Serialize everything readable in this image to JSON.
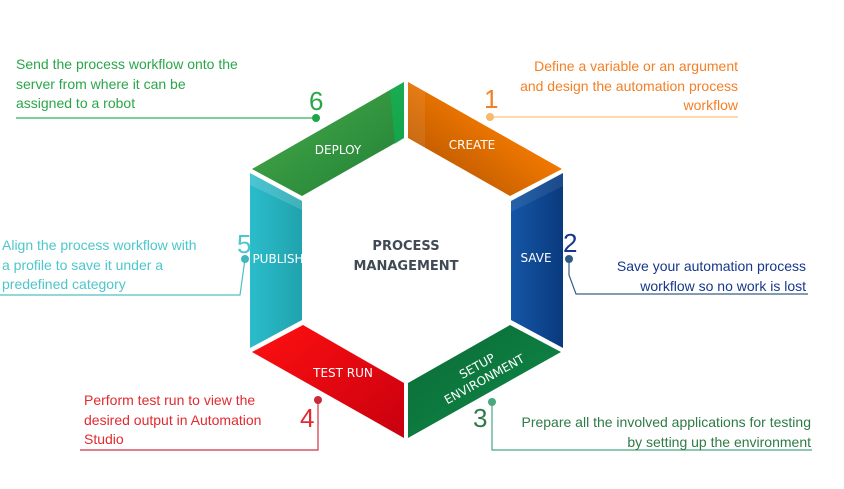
{
  "center": {
    "line1": "PROCESS",
    "line2": "MANAGEMENT"
  },
  "steps": [
    {
      "number": "1",
      "label": "CREATE",
      "color": "#f57c00",
      "text_color": "#f47f25",
      "line_color": "#f9c27e",
      "description": [
        "Define a variable or an argument",
        "and design the automation process",
        "workflow"
      ]
    },
    {
      "number": "2",
      "label": "SAVE",
      "color": "#0d4a94",
      "text_color": "#16378c",
      "line_color": "#3b5f86",
      "description": [
        "Save your automation process",
        "workflow so no work is lost"
      ]
    },
    {
      "number": "3",
      "label_line1": "SETUP",
      "label_line2": "ENVIRONMENT",
      "color": "#0a7a3a",
      "text_color": "#2f7a46",
      "line_color": "#4aa880",
      "description": [
        "Prepare all the involved applications for testing",
        "by setting up the environment"
      ]
    },
    {
      "number": "4",
      "label": "TEST RUN",
      "color": "#e60012",
      "text_color": "#e22a2f",
      "line_color": "#d0333f",
      "description": [
        "Perform test run to view the",
        "desired output in Automation",
        "Studio"
      ]
    },
    {
      "number": "5",
      "label": "PUBLISH",
      "color": "#23aebf",
      "text_color": "#4dc7cb",
      "line_color": "#4dc0c4",
      "description": [
        "Align the process workflow with",
        "a profile to save it under a",
        "predefined category"
      ]
    },
    {
      "number": "6",
      "label": "DEPLOY",
      "color": "#2f9b44",
      "text_color": "#2aa64a",
      "line_color": "#2fb35a",
      "description": [
        "Send the process workflow onto the",
        "server from where it can be",
        "assigned to a robot"
      ]
    }
  ]
}
